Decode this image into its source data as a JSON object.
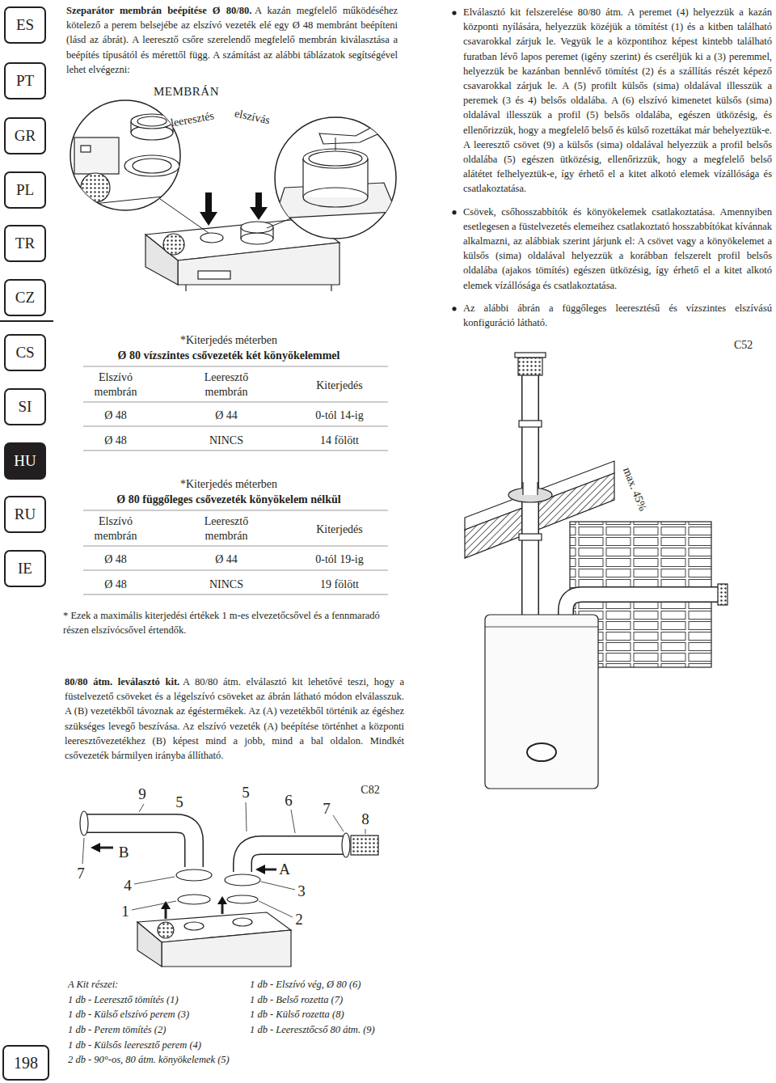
{
  "diagram": {
    "nodes": [
      {
        "text": [
          "ES"
        ]
      },
      {
        "text": [
          "PT"
        ]
      },
      {
        "text": [
          "GR"
        ]
      },
      {
        "text": [
          "PL"
        ]
      },
      {
        "text": [
          "TR"
        ]
      },
      {
        "text": [
          "CZ"
        ]
      },
      {
        "text": [
          "CS"
        ]
      },
      {
        "text": [
          "SI"
        ]
      },
      {
        "text": [
          "HU"
        ]
      },
      {
        "text": [
          "RU"
        ]
      },
      {
        "text": [
          "IE"
        ]
      },
      {
        "text": [
          "198"
        ]
      }
    ],
    "labels": [
      "Szeparátor membrán beépítése Ø 80/80.",
      "A kazán megfelelő működéséhez kötelező a perem belsejébe az elszívó vezeték elé egy Ø 48 membránt beépíteni (lásd az ábrát). A leeresztő csőre szerelendő megfelelő membrán kiválasztása a beépítés típusától és mérettől függ. A számítást az alábbi táblázatok segítségével lehet elvégezni:",
      "MEMBRÁN",
      "leeresztés",
      "elszívás",
      "Elválasztó kit felszerelése 80/80 átm. A peremet (4) helyezzük a kazán központi nyílására, helyezzük közéjük a tömítést (1) és a kitben található csavarokkal zárjuk le. Vegyük le a központihoz képest kintebb található furatban lévő lapos peremet (igény szerint) és cseréljük ki a (3) peremmel, helyezzük be kazánban bennlévő tömítést (2) és a szállítás részét képező csavarokkal zárjuk le. A (5) profilt külsős (sima) oldalával illesszük a peremek (3 és 4) belsős oldalába. A (6) elszívó kimenetet külsős (sima) oldalával illesszük a profil (5) belsős oldalába, egészen ütközésig, és ellenőrizzük, hogy a megfelelő belső és külső rozettákat már behelyeztük-e. A leeresztő csövet (9) a külsős (sima) oldalával helyezzük a profil belsős oldalába (5) egészen ütközésig, ellenőrizzük, hogy a megfelelő belső alátétet felhelyeztük-e, így érhető el a kitet alkotó elemek vízállósága és csatlakoztatása.",
      "Csövek, csőhosszabbítók és könyökelemek csatlakoztatása. Amennyiben esetlegesen a füstelvezetés elemeihez csatlakoztató hosszabbítókat kívánnak alkalmazni, az alábbiak szerint járjunk el: A csövet vagy a könyökelemet a külsős (sima) oldalával helyezzük a korábban felszerelt profil belsős oldalába (ajakos tömítés) egészen ütközésig, így érhető el a kitet alkotó elemek vízállósága és csatlakoztatása.",
      "Az alábbi ábrán a függőleges leeresztésű és vízszintes elszívású konfiguráció látható.",
      "*Kiterjedés méterben",
      "Ø 80 vízszintes csővezeték két könyökelemmel",
      "Elszívó membrán",
      "Leeresztő membrán",
      "Kiterjedés",
      "Ø 48",
      "Ø 44",
      "0-tól 14-ig",
      "Ø 48",
      "NINCS",
      "14 fölött",
      "C52",
      "*Kiterjedés méterben",
      "Ø 80 függőleges csővezeték könyökelem nélkül",
      "Elszívó membrán",
      "Leeresztő membrán",
      "Kiterjedés",
      "Ø 48",
      "Ø 44",
      "0-tól 19-ig",
      "Ø 48",
      "NINCS",
      "19 fölött",
      "* Ezek a maximális kiterjedési értékek 1 m-es elvezetőcsővel és a fennmaradó részen elszívócsővel értendők.",
      "max. 45%",
      "80/80 átm. leválasztó kit.",
      "A 80/80 átm. elválasztó kit lehetővé teszi, hogy a füstelvezető csöveket és a légelszívó csöveket az ábrán látható módon elválasszuk. A (B) vezetékből távoznak az égéstermékek. Az (A) vezetékből történik az égéshez szükséges levegő beszívása. Az elszívó vezeték (A) beépítése történhet a központi leeresztővezetékhez (B) képest mind a jobb, mind a bal oldalon. Mindkét csővezeték bármilyen irányba állítható.",
      "9",
      "5",
      "5",
      "6",
      "7",
      "C82",
      "8",
      "B",
      "7",
      "4",
      "1",
      "A",
      "3",
      "2",
      "A Kit részei:",
      "1 db - Leeresztő tömítés (1)",
      "1 db - Külső elszívó perem (3)",
      "1 db - Perem tömítés (2)",
      "1 db - Külsős leeresztő perem (4)",
      "2 db - 90°-os, 80 átm. könyökelemek (5)",
      "1 db - Elszívó vég, Ø 80 (6)",
      "1 db - Belső rozetta (7)",
      "1 db - Külső rozetta (8)",
      "1 db - Leeresztőcső 80 átm. (9)"
    ]
  }
}
